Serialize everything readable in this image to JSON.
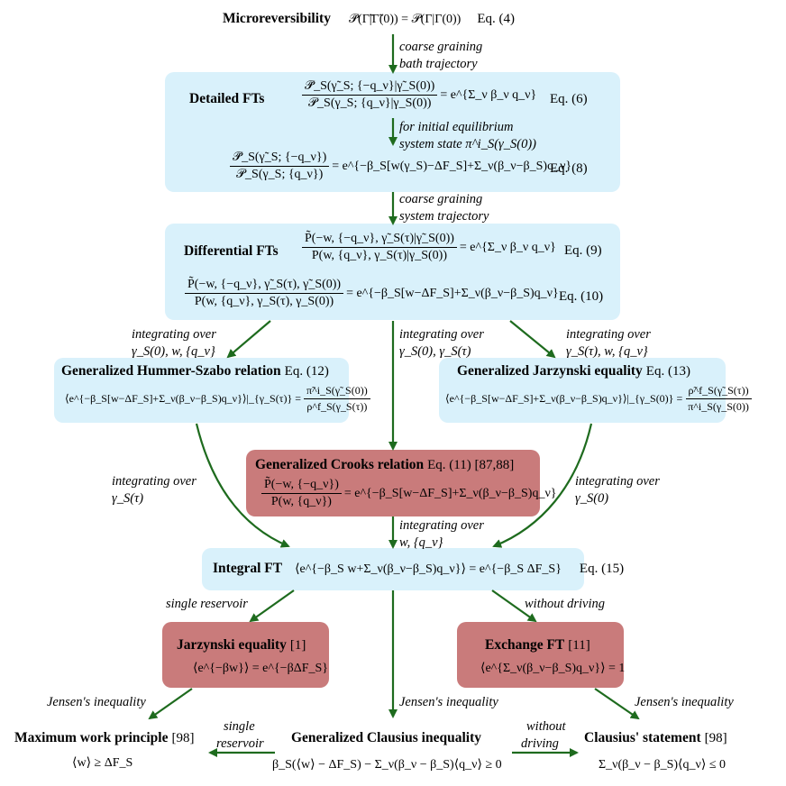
{
  "colors": {
    "blue_box": "#d9f1fb",
    "red_box": "#c97b7b",
    "arrow": "#1e6b1e"
  },
  "top": {
    "title": "Microreversibility",
    "math": "𝒫̃(Γ̃|Γ̃(0)) = 𝒫(Γ|Γ(0))",
    "ref": "Eq. (4)"
  },
  "edge1": {
    "line1": "coarse graining",
    "line2": "bath trajectory"
  },
  "detailed": {
    "title": "Detailed FTs",
    "eq6_num": "𝒫̃_S(γ̃_S; {−q_ν}|γ̃_S(0))",
    "eq6_den": "𝒫_S(γ_S; {q_ν}|γ_S(0))",
    "eq6_rhs": "= e^{Σ_ν β_ν q_ν}",
    "eq6_ref": "Eq. (6)",
    "cond_line1": "for initial equilibrium",
    "cond_line2": "system state π^i_S(γ_S(0))",
    "eq8_num": "𝒫̃_S(γ̃_S; {−q_ν})",
    "eq8_den": "𝒫_S(γ_S; {q_ν})",
    "eq8_rhs": "= e^{−β_S[w(γ_S)−ΔF_S]+Σ_ν(β_ν−β_S)q_ν}",
    "eq8_ref": "Eq. (8)"
  },
  "edge2": {
    "line1": "coarse graining",
    "line2": "system trajectory"
  },
  "differential": {
    "title": "Differential FTs",
    "eq9_num": "P̃(−w, {−q_ν}, γ̃_S(τ)|γ̃_S(0))",
    "eq9_den": "P(w, {q_ν}, γ_S(τ)|γ_S(0))",
    "eq9_rhs": "= e^{Σ_ν β_ν q_ν}",
    "eq9_ref": "Eq. (9)",
    "eq10_num": "P̃(−w, {−q_ν}, γ̃_S(τ), γ̃_S(0))",
    "eq10_den": "P(w, {q_ν}, γ_S(τ), γ_S(0))",
    "eq10_rhs": "= e^{−β_S[w−ΔF_S]+Σ_ν(β_ν−β_S)q_ν}",
    "eq10_ref": "Eq. (10)"
  },
  "edge_left": {
    "line1": "integrating over",
    "line2": "γ_S(0), w, {q_ν}"
  },
  "edge_mid": {
    "line1": "integrating over",
    "line2": "γ_S(0), γ_S(τ)"
  },
  "edge_right": {
    "line1": "integrating over",
    "line2": "γ_S(τ), w, {q_ν}"
  },
  "hummer": {
    "title": "Generalized Hummer-Szabo relation",
    "ref": "Eq. (12)",
    "lhs": "⟨e^{−β_S[w−ΔF_S]+Σ_ν(β_ν−β_S)q_ν}⟩|_{γ_S(τ)}",
    "rhs_num": "π̃^i_S(γ̃_S(0))",
    "rhs_den": "ρ^f_S(γ_S(τ))"
  },
  "jarzgen": {
    "title": "Generalized Jarzynski equality",
    "ref": "Eq. (13)",
    "lhs": "⟨e^{−β_S[w−ΔF_S]+Σ_ν(β_ν−β_S)q_ν}⟩|_{γ_S(0)}",
    "rhs_num": "ρ̃^f_S(γ̃_S(τ))",
    "rhs_den": "π^i_S(γ_S(0))"
  },
  "crooks": {
    "title": "Generalized Crooks relation",
    "ref": "Eq. (11) [87,88]",
    "num": "P̃(−w, {−q_ν})",
    "den": "P(w, {q_ν})",
    "rhs": "= e^{−β_S[w−ΔF_S]+Σ_ν(β_ν−β_S)q_ν}"
  },
  "edge_hs": {
    "line1": "integrating over",
    "line2": "γ_S(τ)"
  },
  "edge_jg": {
    "line1": "integrating over",
    "line2": "γ_S(0)"
  },
  "edge_cr": {
    "line1": "integrating over",
    "line2": "w, {q_ν}"
  },
  "integral": {
    "title": "Integral FT",
    "math": "⟨e^{−β_S w+Σ_ν(β_ν−β_S)q_ν}⟩ = e^{−β_S ΔF_S}",
    "ref": "Eq. (15)"
  },
  "edge_single": {
    "line1": "single reservoir"
  },
  "edge_without": {
    "line1": "without driving"
  },
  "jarzynski": {
    "title": "Jarzynski equality",
    "ref": "[1]",
    "math": "⟨e^{−βw}⟩ = e^{−βΔF_S}"
  },
  "exchange": {
    "title": "Exchange FT",
    "ref": "[11]",
    "math": "⟨e^{Σ_ν(β_ν−β_S)q_ν}⟩ = 1"
  },
  "jensen": {
    "label": "Jensen's inequality"
  },
  "maxwork": {
    "title": "Maximum work principle",
    "ref": "[98]",
    "math": "⟨w⟩ ≥ ΔF_S"
  },
  "clausius_gen": {
    "title": "Generalized Clausius inequality",
    "math": "β_S(⟨w⟩ − ΔF_S) − Σ_ν(β_ν − β_S)⟨q_ν⟩ ≥ 0"
  },
  "clausius": {
    "title": "Clausius' statement",
    "ref": "[98]",
    "math": "Σ_ν(β_ν − β_S)⟨q_ν⟩ ≤ 0"
  },
  "edge_bottom_left": {
    "line1": "single",
    "line2": "reservoir"
  },
  "edge_bottom_right": {
    "line1": "without",
    "line2": "driving"
  }
}
